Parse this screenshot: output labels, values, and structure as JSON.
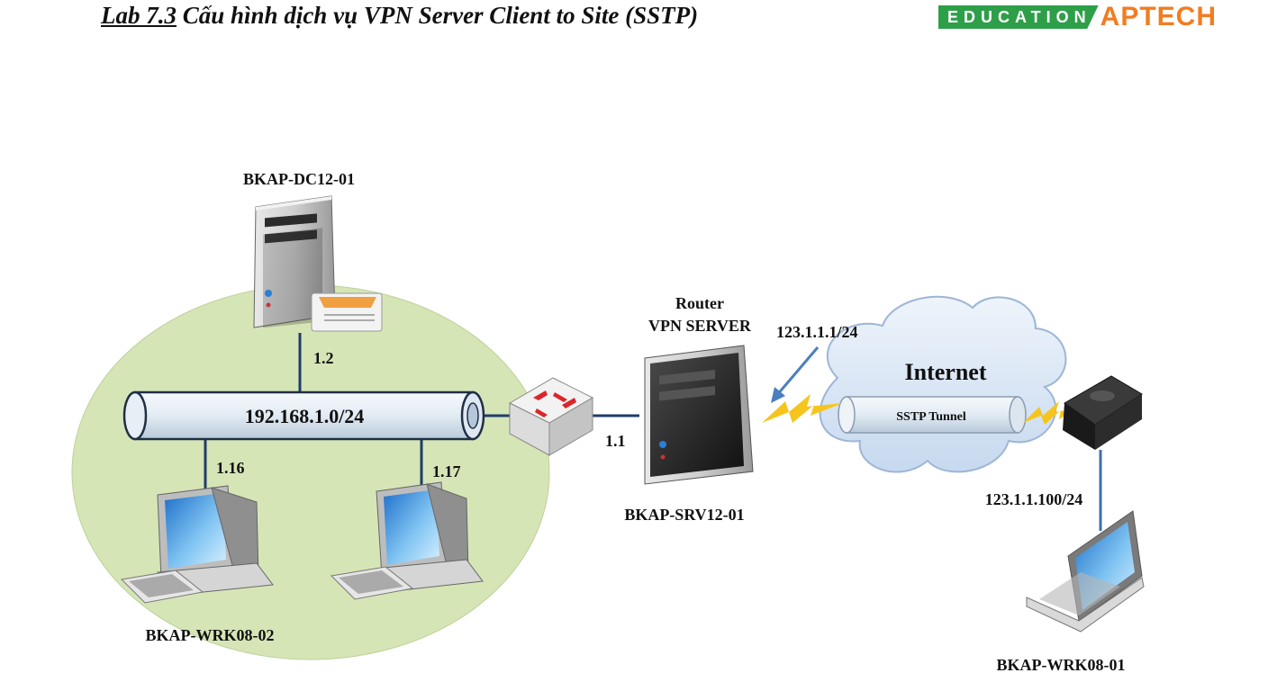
{
  "header": {
    "lab_number": "Lab 7.3",
    "title": "Cấu hình dịch vụ VPN Server Client to Site (SSTP)",
    "brand_education": "EDUCATION",
    "brand_aptech": "APTECH"
  },
  "diagram": {
    "dc_name": "BKAP-DC12-01",
    "dc_ip": "1.2",
    "lan_subnet": "192.168.1.0/24",
    "wrk2_ip": "1.16",
    "wrk3_ip": "1.17",
    "wrk2_name": "BKAP-WRK08-02",
    "router_title_line1": "Router",
    "router_title_line2": "VPN SERVER",
    "router_ip": "1.1",
    "router_name": "BKAP-SRV12-01",
    "public_ip": "123.1.1.1/24",
    "cloud_label": "Internet",
    "tunnel_label": "SSTP Tunnel",
    "client_ip": "123.1.1.100/24",
    "client_name": "BKAP-WRK08-01"
  },
  "colors": {
    "lan_ellipse": "#d6e5b6",
    "pipe": "#e3ecf5",
    "cloud": "#dbe8f7",
    "lightning": "#f5c51e",
    "arrow": "#4a7fbf",
    "brand_green": "#2e9f49",
    "brand_orange": "#f27c21"
  }
}
